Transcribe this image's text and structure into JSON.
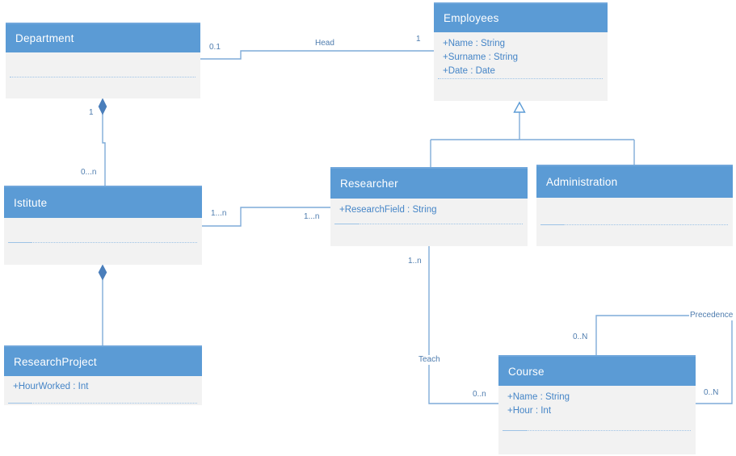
{
  "diagram": {
    "kind": "uml-class-diagram",
    "classes": {
      "department": {
        "name": "Department",
        "attributes": []
      },
      "employees": {
        "name": "Employees",
        "attributes": [
          "+Name : String",
          "+Surname : String",
          "+Date : Date"
        ]
      },
      "istitute": {
        "name": "Istitute",
        "attributes": []
      },
      "researcher": {
        "name": "Researcher",
        "attributes": [
          "+ResearchField : String"
        ]
      },
      "administration": {
        "name": "Administration",
        "attributes": []
      },
      "researchproject": {
        "name": "ResearchProject",
        "attributes": [
          "+HourWorked : Int"
        ]
      },
      "course": {
        "name": "Course",
        "attributes": [
          "+Name : String",
          "+Hour : Int"
        ]
      }
    },
    "relationships": {
      "head": {
        "type": "association",
        "label": "Head",
        "from": "Department",
        "to": "Employees",
        "from_multiplicity": "0.1",
        "to_multiplicity": "1"
      },
      "department_istitute": {
        "type": "composition",
        "from": "Department",
        "to": "Istitute",
        "from_multiplicity": "1",
        "to_multiplicity": "0...n"
      },
      "istitute_researcher": {
        "type": "association",
        "from": "Istitute",
        "to": "Researcher",
        "from_multiplicity": "1...n",
        "to_multiplicity": "1...n"
      },
      "employees_generalization": {
        "type": "generalization",
        "parent": "Employees",
        "children": "Researcher, Administration"
      },
      "istitute_researchproject": {
        "type": "composition",
        "from": "Istitute",
        "to": "ResearchProject"
      },
      "teach": {
        "type": "association",
        "label": "Teach",
        "from": "Researcher",
        "to": "Course",
        "from_multiplicity": "1..n",
        "to_multiplicity": "0..n"
      },
      "precedence": {
        "type": "association",
        "label": "Precedence",
        "from": "Course",
        "to": "Course",
        "from_multiplicity": "0..N",
        "to_multiplicity": "0..N"
      }
    },
    "colors": {
      "header_fill": "#5B9BD5",
      "body_fill": "#F2F2F2",
      "connector": "#7FACD9",
      "diamond_fill": "#4A7EBB",
      "attribute_text": "#4585C7",
      "label_text": "#4E7CAE",
      "header_text": "#FFFFFF"
    }
  }
}
